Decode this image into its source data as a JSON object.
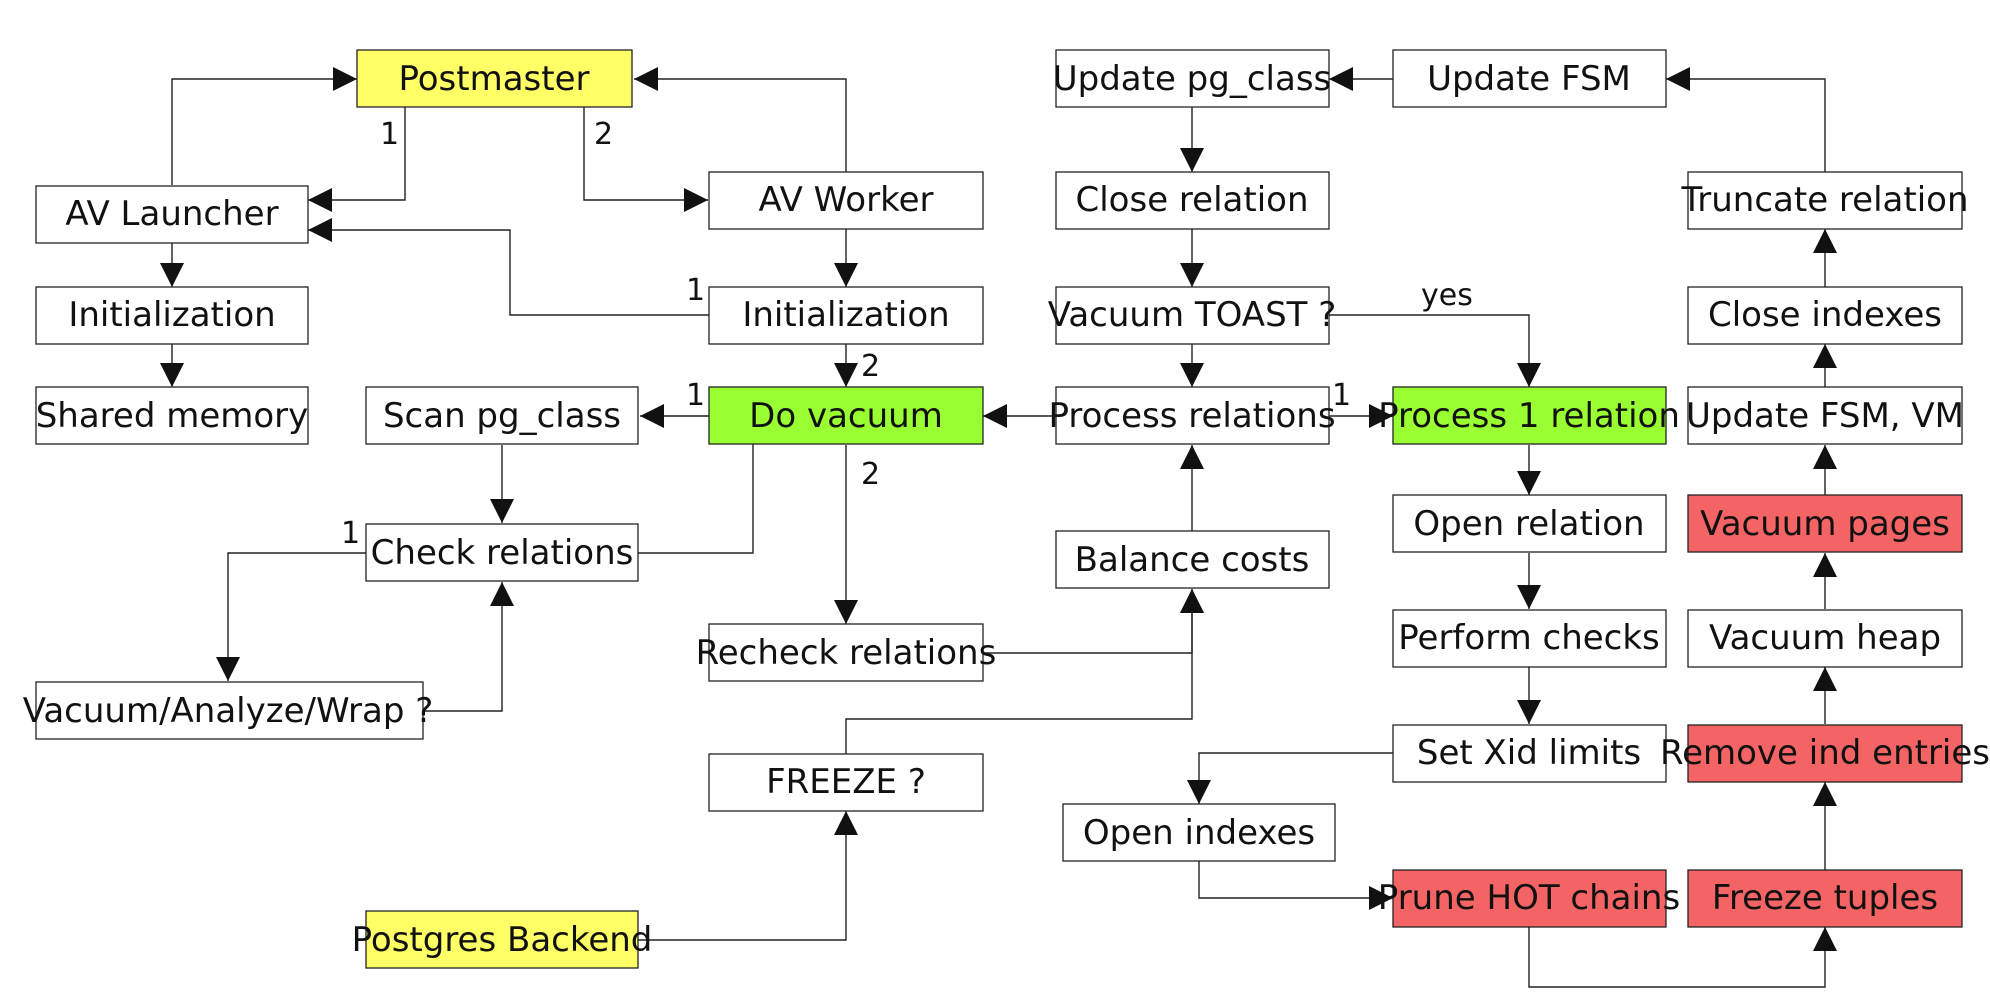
{
  "colors": {
    "plain": "#ffffff",
    "yellow": "#ffff66",
    "green": "#99ff33",
    "red": "#f46464",
    "line": "#222222"
  },
  "nodes": {
    "postmaster": "Postmaster",
    "av_launcher": "AV Launcher",
    "launcher_init": "Initialization",
    "shared_memory": "Shared memory",
    "av_worker": "AV Worker",
    "worker_init": "Initialization",
    "scan_pg_class": "Scan pg_class",
    "do_vacuum": "Do vacuum",
    "check_relations": "Check relations",
    "vacuum_analyze_wrap": "Vacuum/Analyze/Wrap ?",
    "recheck_relations": "Recheck relations",
    "freeze_q": "FREEZE ?",
    "postgres_backend": "Postgres Backend",
    "update_pg_class": "Update pg_class",
    "close_relation": "Close relation",
    "vacuum_toast": "Vacuum TOAST ?",
    "process_relations": "Process relations",
    "balance_costs": "Balance costs",
    "open_indexes": "Open indexes",
    "update_fsm": "Update FSM",
    "process_1_relation": "Process 1 relation",
    "open_relation": "Open relation",
    "perform_checks": "Perform checks",
    "set_xid_limits": "Set Xid limits",
    "prune_hot_chains": "Prune HOT chains",
    "truncate_relation": "Truncate relation",
    "close_indexes": "Close indexes",
    "update_fsm_vm": "Update FSM, VM",
    "vacuum_pages": "Vacuum pages",
    "vacuum_heap": "Vacuum heap",
    "remove_ind_entries": "Remove ind entries",
    "freeze_tuples": "Freeze tuples"
  },
  "edge_labels": {
    "pm_launcher": "1",
    "pm_worker": "2",
    "init_launcher": "1",
    "init_dovacuum": "2",
    "dovacuum_scan": "1",
    "dovacuum_recheck": "2",
    "check_vaw": "1",
    "procrel_proc1": "1",
    "toast_yes": "yes"
  }
}
